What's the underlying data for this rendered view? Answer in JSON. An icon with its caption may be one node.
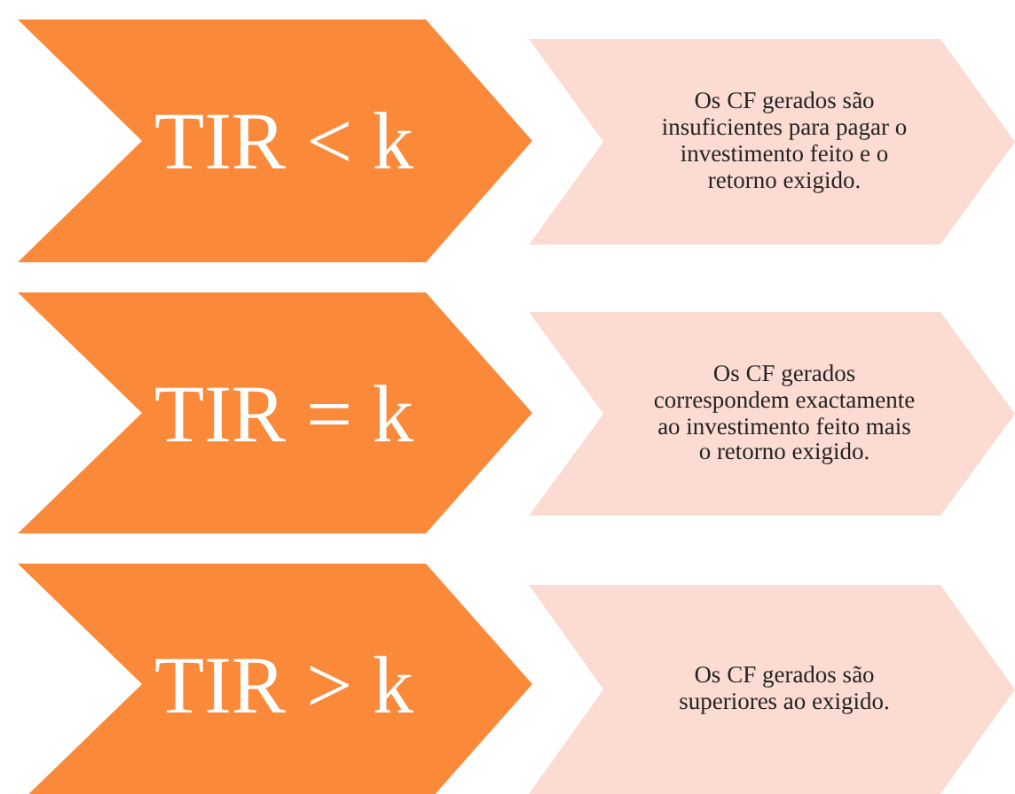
{
  "diagram": {
    "nodes": [
      {
        "text": [
          "TIR < k"
        ]
      },
      {
        "text": [
          "Os CF gerados são insuficientes para pagar o investimento feito e o retorno exigido."
        ]
      },
      {
        "text": [
          "TIR = k"
        ]
      },
      {
        "text": [
          "Os CF gerados correspondem exactamente ao investimento feito mais o retorno exigido."
        ]
      },
      {
        "text": [
          "TIR > k"
        ]
      },
      {
        "text": [
          "Os CF gerados são superiores ao exigido."
        ]
      }
    ]
  }
}
